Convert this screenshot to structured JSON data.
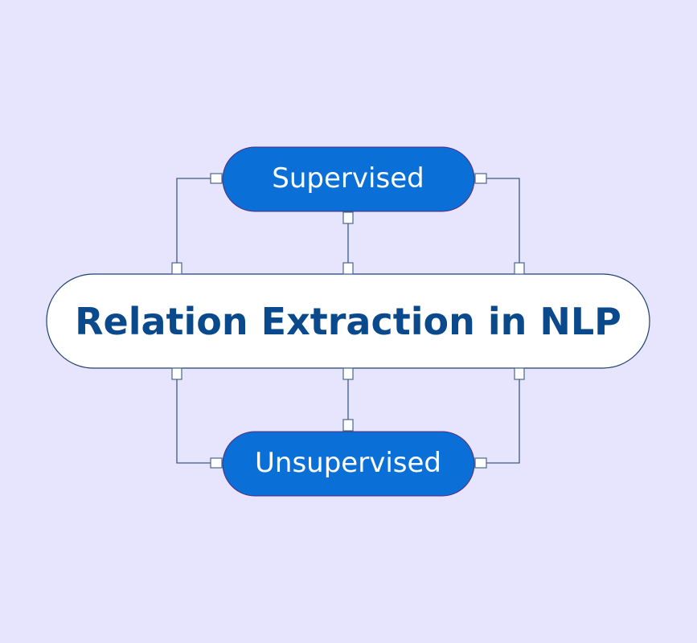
{
  "diagram": {
    "center": {
      "label": "Relation Extraction in NLP"
    },
    "nodes": [
      {
        "label": "Supervised"
      },
      {
        "label": "Unsupervised"
      }
    ]
  },
  "colors": {
    "background": "#e7e4fd",
    "pill_fill": "#0a6fd6",
    "center_fill": "#ffffff",
    "center_text": "#0a4a8c"
  }
}
